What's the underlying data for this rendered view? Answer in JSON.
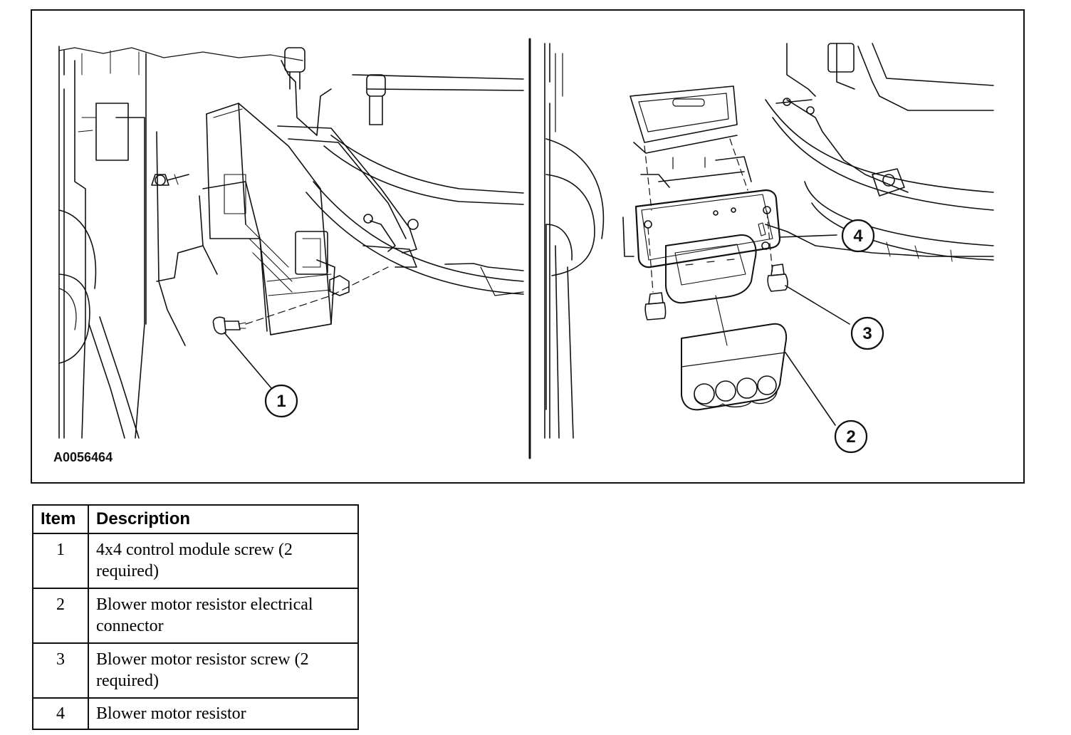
{
  "figure": {
    "id_label": "A0056464",
    "callouts": [
      "1",
      "2",
      "3",
      "4"
    ]
  },
  "legend": {
    "headers": {
      "item": "Item",
      "description": "Description"
    },
    "rows": [
      {
        "item": "1",
        "description": "4x4 control module screw (2 required)"
      },
      {
        "item": "2",
        "description": "Blower motor resistor electrical connector"
      },
      {
        "item": "3",
        "description": "Blower motor resistor screw (2 required)"
      },
      {
        "item": "4",
        "description": "Blower motor resistor"
      }
    ]
  }
}
